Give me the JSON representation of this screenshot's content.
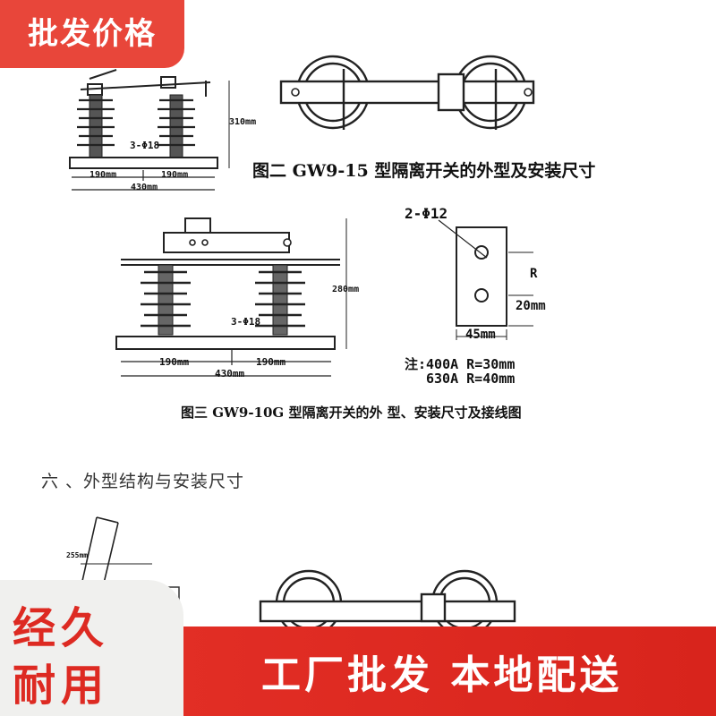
{
  "promo": {
    "top_tag": "批发价格",
    "badge_line1": "经久",
    "badge_line2": "耐用",
    "slogan": "工厂批发  本地配送"
  },
  "fig2": {
    "caption": "图二  GW9-15 型隔离开关的外型及安装尺寸",
    "height": "310mm",
    "holes": "3-Φ18",
    "span_left": "190mm",
    "span_right": "190mm",
    "total": "430mm"
  },
  "fig3": {
    "caption": "图三  GW9-10G 型隔离开关的外 型、安装尺寸及接线图",
    "height": "280mm",
    "holes": "3-Φ18",
    "span_left": "190mm",
    "span_right": "190mm",
    "total": "430mm"
  },
  "terminal": {
    "holes": "2-Φ12",
    "r_label": "R",
    "edge": "20mm",
    "width": "45mm",
    "note1": "注:400A  R=30mm",
    "note2": "630A  R=40mm"
  },
  "section6": {
    "title": "六 、外型结构与安装尺寸",
    "blade_len": "255mm"
  }
}
